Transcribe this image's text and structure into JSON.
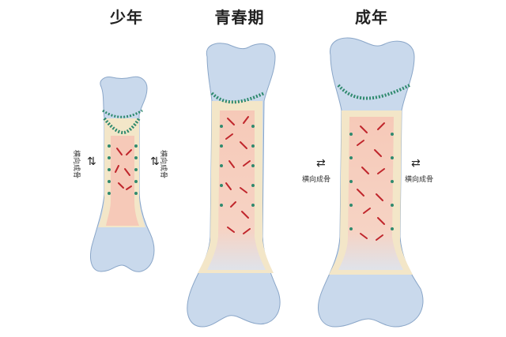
{
  "titles": {
    "child": "少年",
    "adolescent": "青春期",
    "adult": "成年"
  },
  "labels": {
    "transverse_ossification": "横向成骨"
  },
  "icons": {
    "arrow_pair_vertical": "⇅",
    "arrow_pair_horizontal": "⇄"
  },
  "colors": {
    "bone_end": "#c9d9ec",
    "bone_end_stroke": "#8aa6c8",
    "cortex": "#f3e6c8",
    "marrow": "#f6c9b8",
    "vessel": "#c0262c",
    "growth_plate_cells": "#2f8a6e"
  }
}
